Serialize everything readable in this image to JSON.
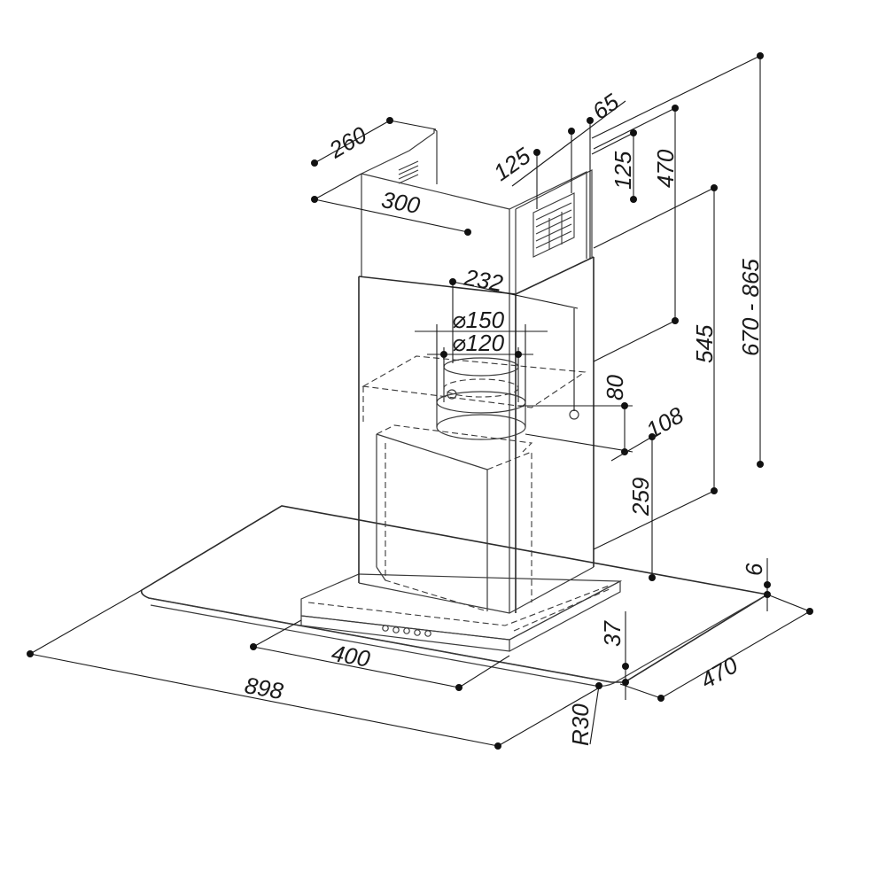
{
  "drawing": {
    "subject": "chimney-cooker-hood",
    "units": "mm",
    "dimensions": {
      "chimney_depth": "260",
      "chimney_width": "300",
      "vent_offset_a": "125",
      "vent_offset_b": "65",
      "vent_height": "125",
      "upper_chimney": "470",
      "duct_offset": "232",
      "outlet_diameter_large": "⌀150",
      "outlet_diameter_small": "⌀120",
      "outlet_height": "80",
      "outlet_depth": "108",
      "body_height": "545",
      "total_height": "670 - 865",
      "motor_height": "259",
      "glass_thickness": "6",
      "canopy_height": "37",
      "control_width": "400",
      "glass_depth": "470",
      "glass_width": "898",
      "corner_radius": "R30"
    }
  }
}
